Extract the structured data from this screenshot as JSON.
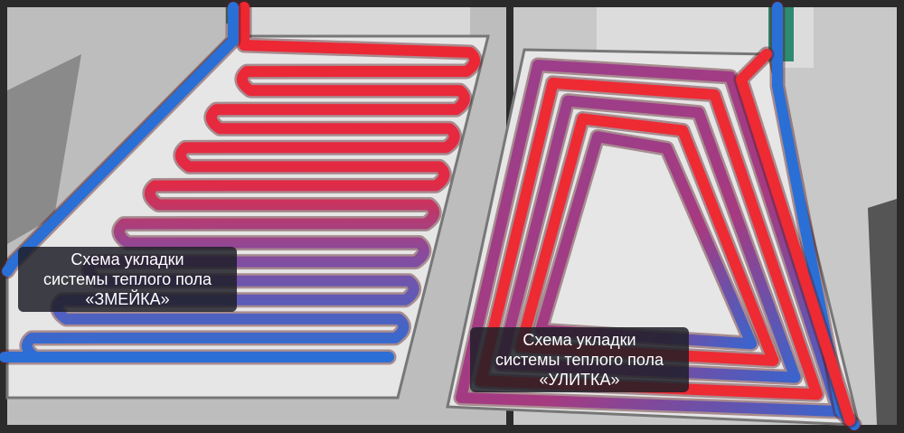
{
  "colors": {
    "hot": "#ee2a33",
    "cold": "#2a6fd6",
    "floor": "#e4e4e4",
    "wall": "#cfcfcf",
    "frame": "#2b2b2b"
  },
  "captions": {
    "snake": {
      "line1": "Схема укладки",
      "line2": "системы теплого пола",
      "line3": "«ЗМЕЙКА»"
    },
    "snail": {
      "line1": "Схема укладки",
      "line2": "системы теплого пола",
      "line3": "«УЛИТКА»"
    }
  }
}
